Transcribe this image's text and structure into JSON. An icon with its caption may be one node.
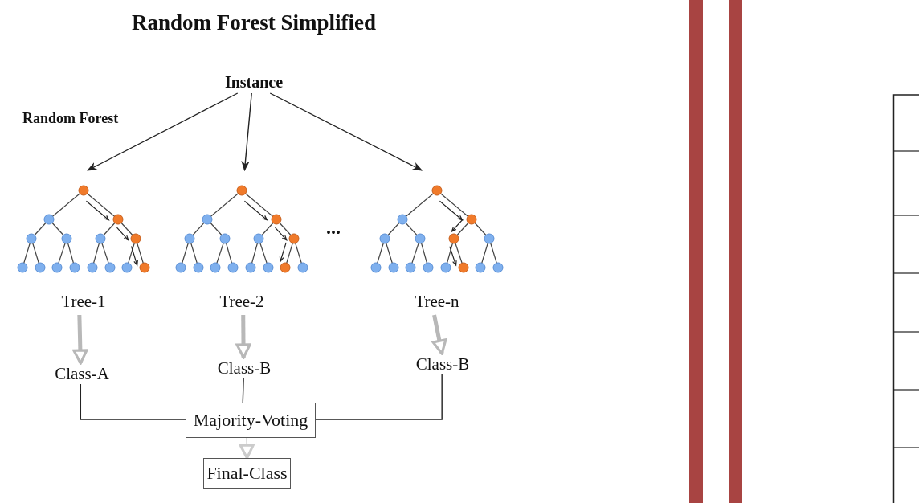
{
  "diagram": {
    "title": "Random Forest Simplified",
    "nodes": [
      {
        "text": [
          "Instance"
        ]
      },
      {
        "text": [
          "Tree-1"
        ]
      },
      {
        "text": [
          "Tree-2"
        ]
      },
      {
        "text": [
          "Tree-n"
        ]
      },
      {
        "text": [
          "Class-A"
        ]
      },
      {
        "text": [
          "Class-B"
        ]
      },
      {
        "text": [
          "Class-B"
        ]
      },
      {
        "text": [
          "Majority-Voting"
        ]
      },
      {
        "text": [
          "Final-Class"
        ]
      },
      {
        "text": [],
        "shape": "bar"
      },
      {
        "text": [],
        "shape": "bar"
      }
    ],
    "edges": [
      {
        "from": 0,
        "to": 1,
        "arrow": "to"
      },
      {
        "from": 0,
        "to": 2,
        "arrow": "to"
      },
      {
        "from": 0,
        "to": 3,
        "arrow": "to"
      },
      {
        "from": 1,
        "to": 4,
        "arrow": "to",
        "style": "thick",
        "color": "#b8b8b8"
      },
      {
        "from": 2,
        "to": 5,
        "arrow": "to",
        "style": "thick",
        "color": "#b8b8b8"
      },
      {
        "from": 3,
        "to": 6,
        "arrow": "to",
        "style": "thick",
        "color": "#b8b8b8"
      },
      {
        "from": 4,
        "to": 7,
        "arrow": "none"
      },
      {
        "from": 5,
        "to": 7,
        "arrow": "none"
      },
      {
        "from": 6,
        "to": 7,
        "arrow": "none"
      },
      {
        "from": 7,
        "to": 8,
        "arrow": "to",
        "color": "#cccccc"
      }
    ],
    "labels": [
      "Random Forest",
      "..."
    ]
  }
}
